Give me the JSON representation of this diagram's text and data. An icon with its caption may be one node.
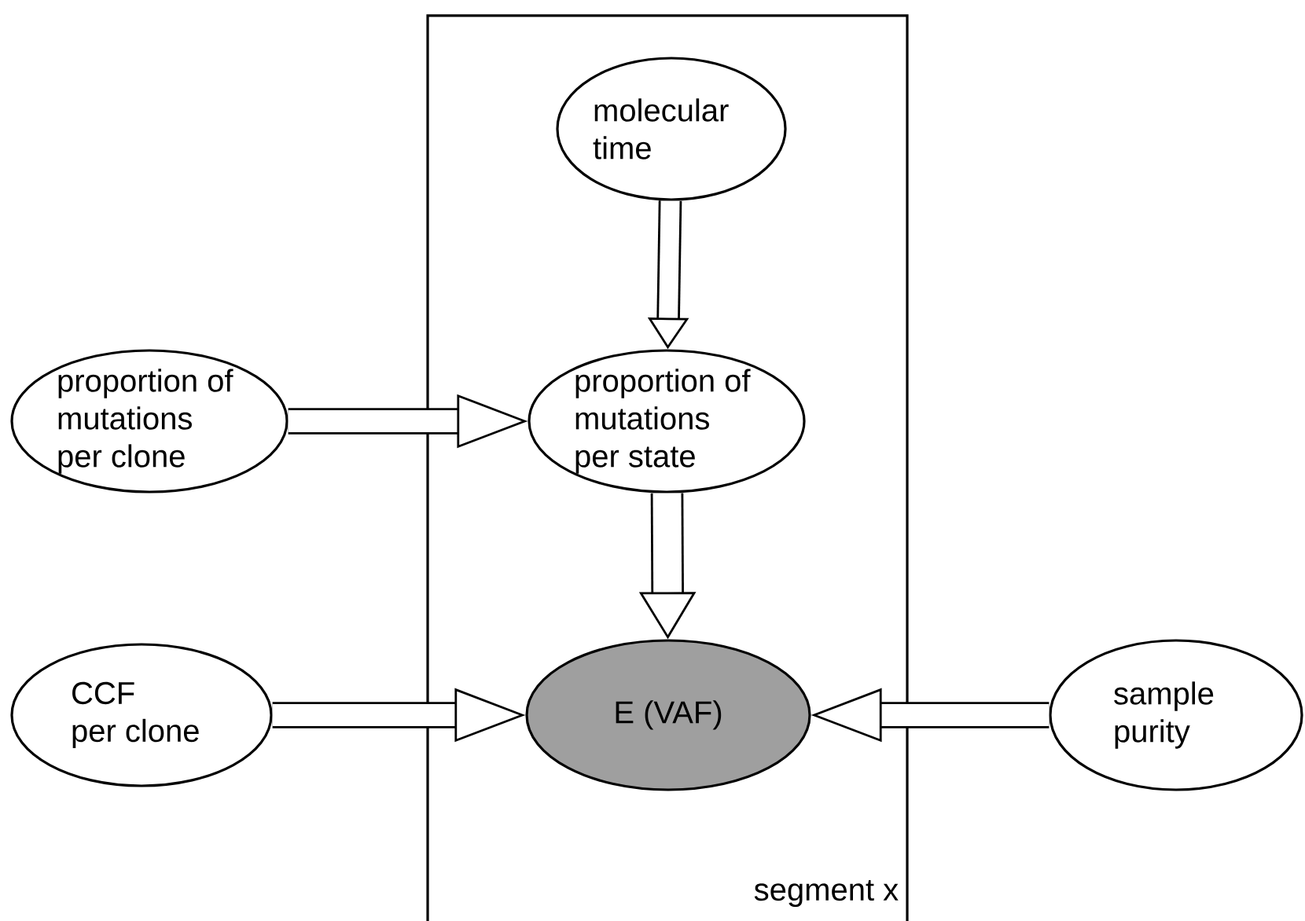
{
  "diagram": {
    "nodes": [
      {
        "text": [
          "segment x"
        ]
      },
      {
        "text": [
          "molecular time"
        ],
        "in": 0
      },
      {
        "text": [
          "proportion of mutations per state"
        ],
        "in": 0
      },
      {
        "text": [
          "E (VAF)"
        ],
        "in": 0
      },
      {
        "text": [
          "proportion of mutations per clone"
        ]
      },
      {
        "text": [
          "CCF",
          "per clone"
        ]
      },
      {
        "text": [
          "sample purity"
        ]
      }
    ],
    "edges": [
      {
        "from": 1,
        "to": 2,
        "arrow": "to"
      },
      {
        "from": 4,
        "to": 2,
        "arrow": "to"
      },
      {
        "from": 2,
        "to": 3,
        "arrow": "to"
      },
      {
        "from": 5,
        "to": 3,
        "arrow": "to"
      },
      {
        "from": 6,
        "to": 3,
        "arrow": "to"
      }
    ]
  }
}
